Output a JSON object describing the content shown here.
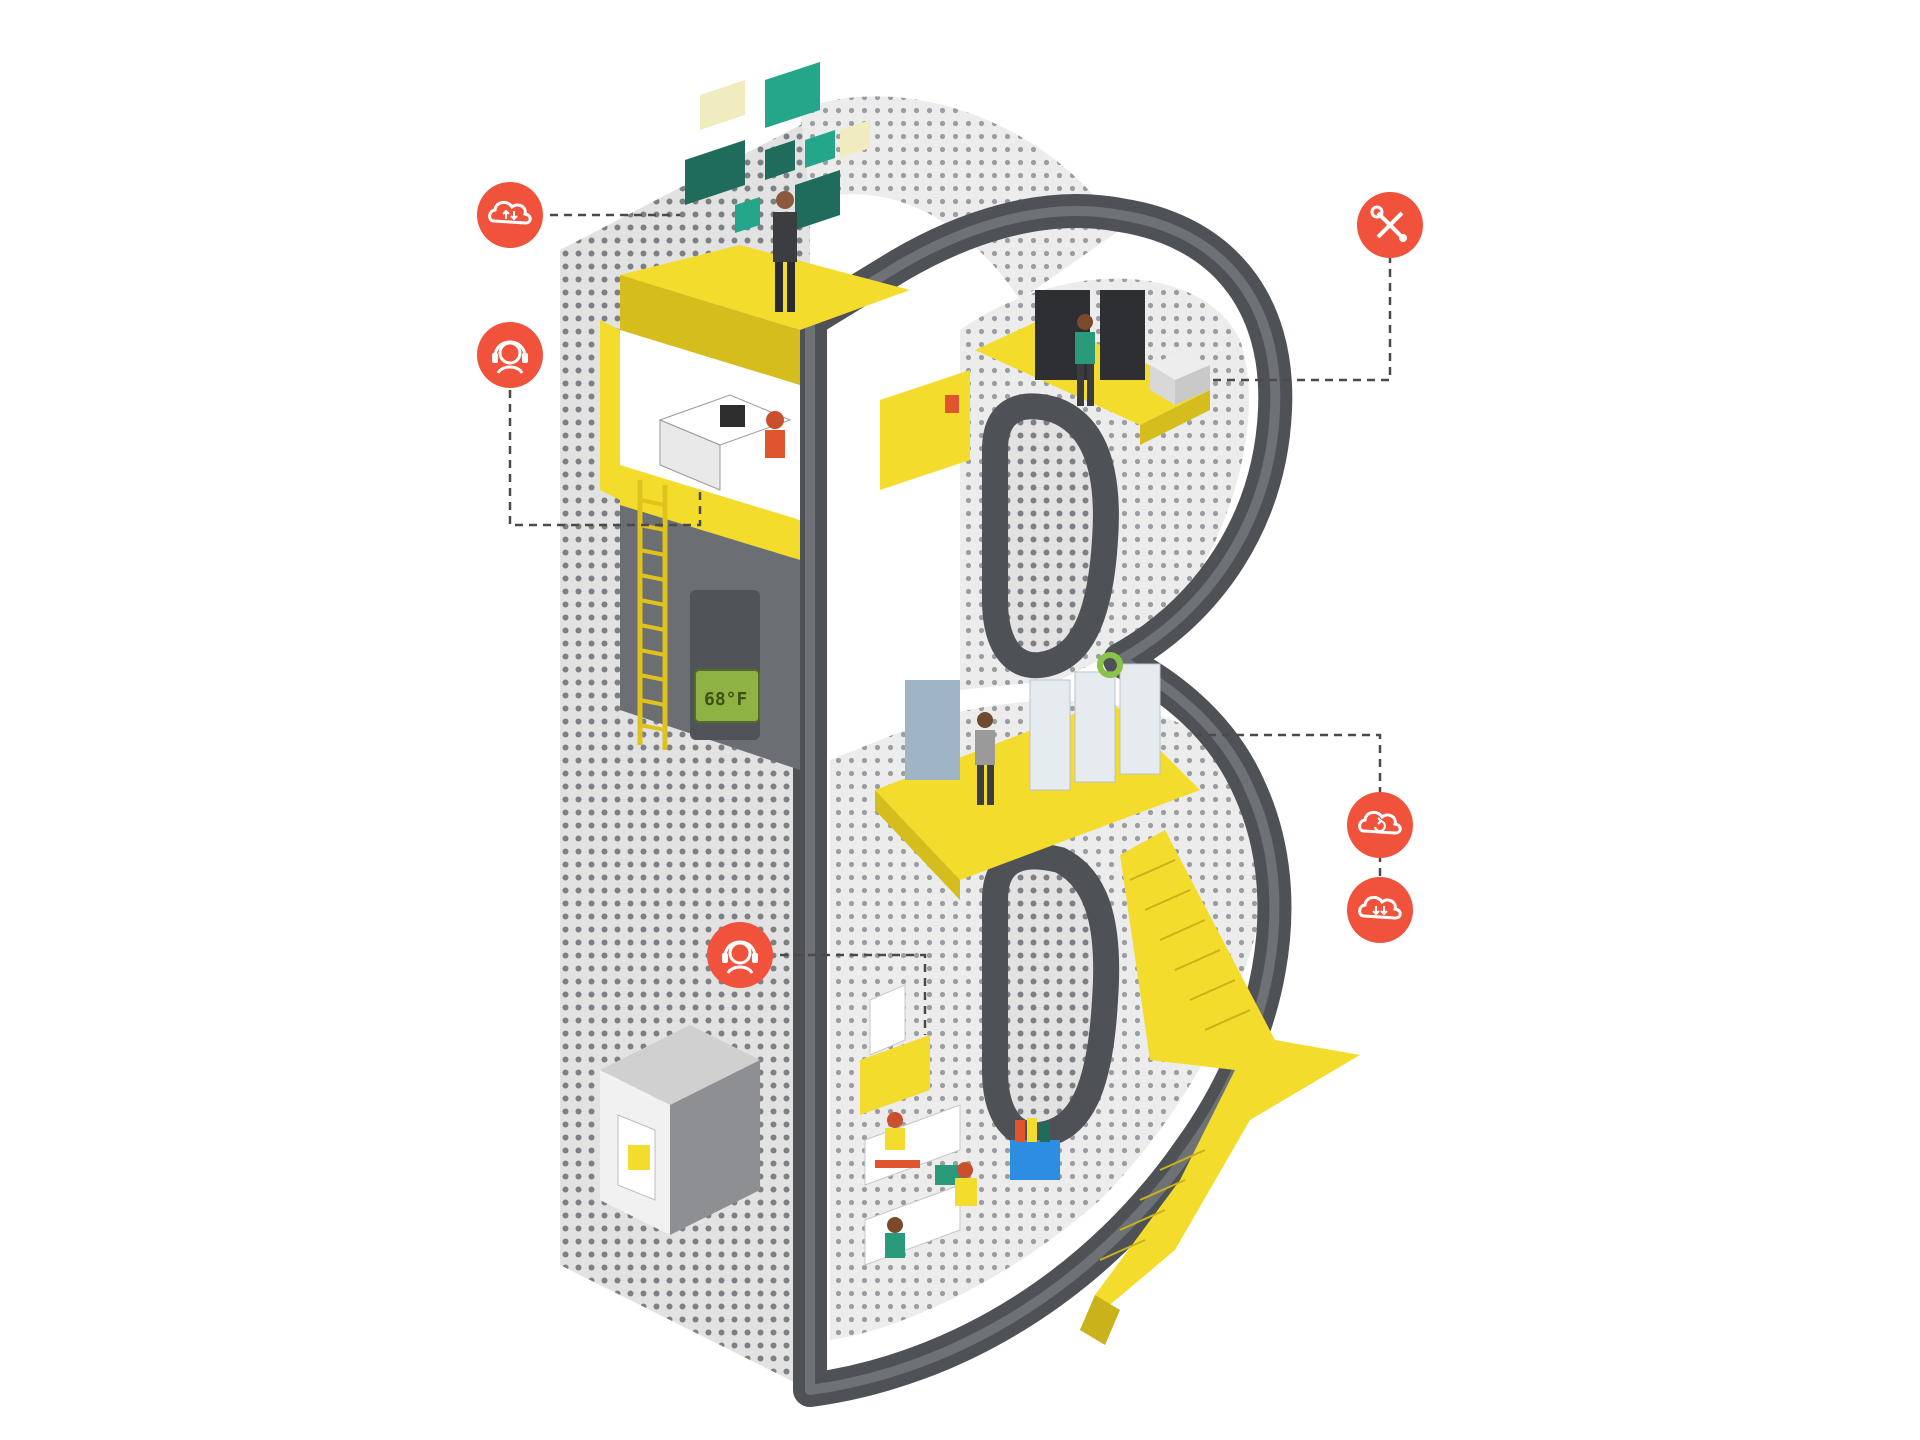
{
  "illustration": {
    "thermostat_reading": "68°F"
  },
  "colors": {
    "accent": "#f0523c",
    "yellow": "#f3dc2c",
    "dark_frame": "#55585c",
    "teal_dark": "#1f6b5c",
    "teal_light": "#23a68a",
    "cream": "#f1ecc0",
    "panel": "#dcdcdc"
  },
  "callouts": [
    {
      "id": "cloud-sync",
      "icon": "cloud-upload-download-icon"
    },
    {
      "id": "support-top",
      "icon": "headset-agent-icon"
    },
    {
      "id": "tools",
      "icon": "wrench-screwdriver-icon"
    },
    {
      "id": "cloud-refresh",
      "icon": "cloud-refresh-icon"
    },
    {
      "id": "cloud-download",
      "icon": "cloud-download-icon"
    },
    {
      "id": "support-bottom",
      "icon": "headset-agent-icon"
    }
  ]
}
